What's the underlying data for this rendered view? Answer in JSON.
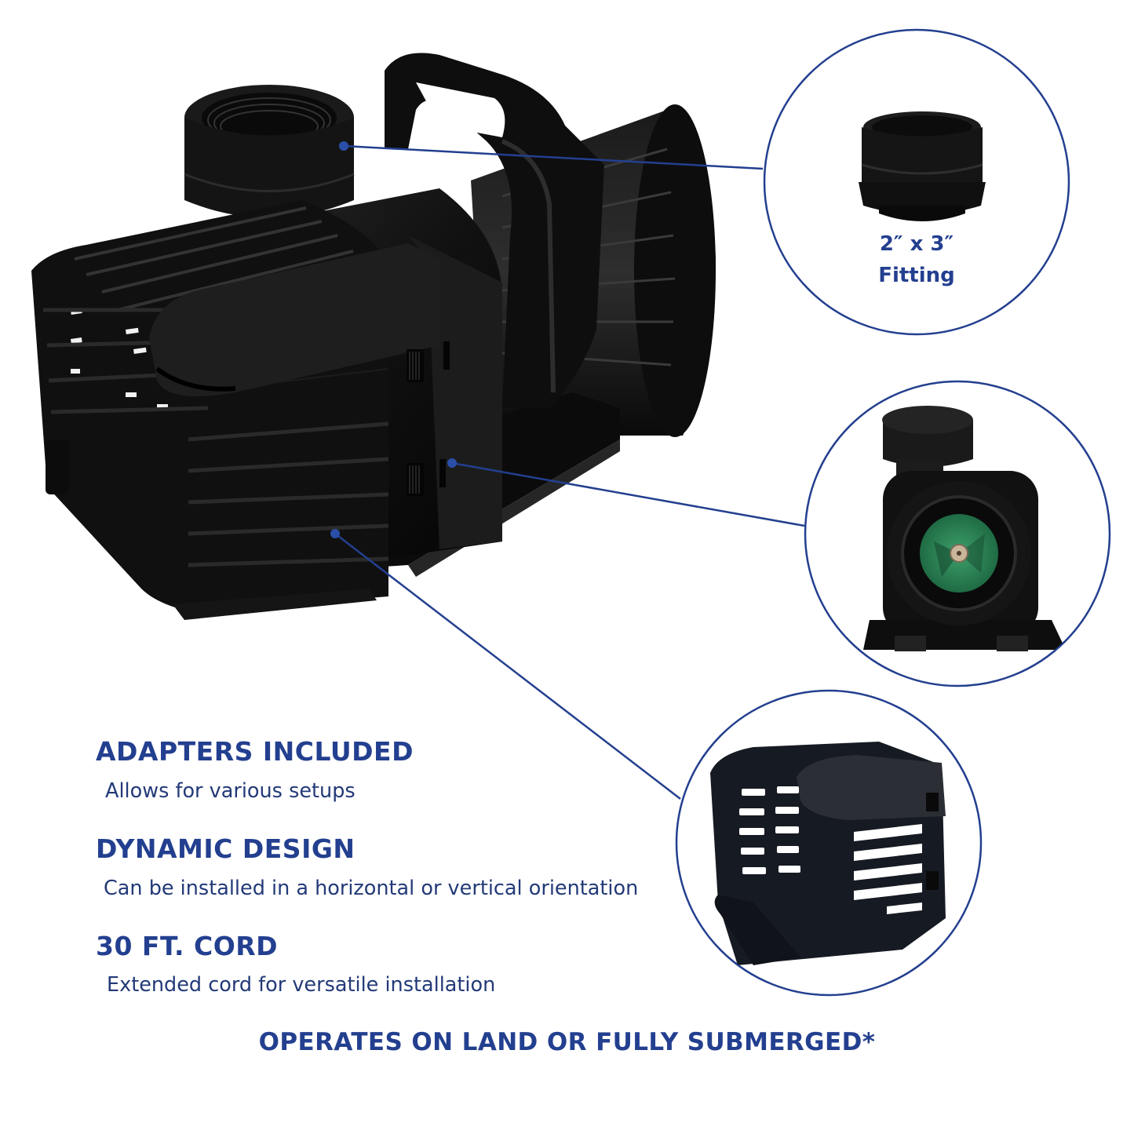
{
  "theme": {
    "accent": "#233f8f",
    "text_dark_blue": "#233a78",
    "product_black": "#141414",
    "impeller_green": "#2f8a5a",
    "background": "#ffffff"
  },
  "main_product": {
    "name": "pond-pump",
    "callouts": [
      {
        "target": "inset-fitting",
        "dot": [
          438,
          186
        ],
        "end": [
          972,
          215
        ]
      },
      {
        "target": "inset-impeller",
        "dot": [
          576,
          590
        ],
        "end": [
          1020,
          670
        ]
      },
      {
        "target": "inset-prefilter-cage",
        "dot": [
          427,
          680
        ],
        "end": [
          867,
          1018
        ]
      }
    ]
  },
  "insets": [
    {
      "name": "fitting",
      "label_line1": "2″ x 3″",
      "label_line2": "Fitting"
    },
    {
      "name": "impeller-view"
    },
    {
      "name": "prefilter-cage"
    }
  ],
  "features": [
    {
      "title": "ADAPTERS INCLUDED",
      "description": "Allows for various setups"
    },
    {
      "title": "DYNAMIC DESIGN",
      "description": "Can be installed in a horizontal or vertical orientation"
    },
    {
      "title": "30 FT. CORD",
      "description": "Extended cord for versatile installation"
    }
  ],
  "footer": {
    "text": "OPERATES ON LAND OR FULLY SUBMERGED*"
  }
}
